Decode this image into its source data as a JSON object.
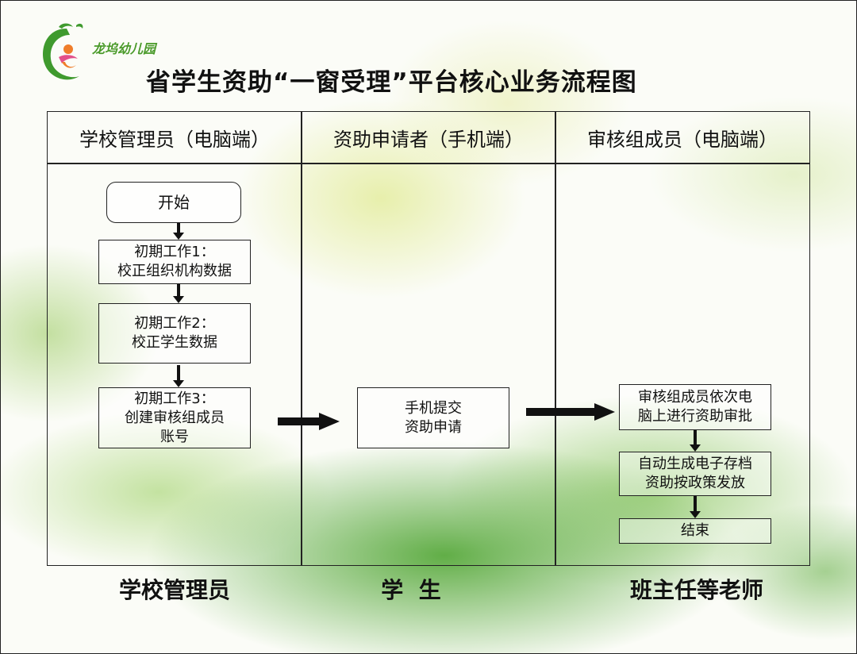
{
  "header": {
    "school_name": "龙坞幼儿园",
    "title": "省学生资助“一窗受理”平台核心业务流程图"
  },
  "lanes": [
    {
      "header": "学校管理员（电脑端）",
      "footer": "学校管理员"
    },
    {
      "header": "资助申请者（手机端）",
      "footer": "学  生"
    },
    {
      "header": "审核组成员（电脑端）",
      "footer": "班主任等老师"
    }
  ],
  "nodes": {
    "start": "开始",
    "init1": [
      "初期工作1：",
      "校正组织机构数据"
    ],
    "init2": [
      "初期工作2：",
      "校正学生数据"
    ],
    "init3": [
      "初期工作3：",
      "创建审核组成员",
      "账号"
    ],
    "submit": [
      "手机提交",
      "资助申请"
    ],
    "approve": [
      "审核组成员依次电",
      "脑上进行资助审批"
    ],
    "archive": [
      "自动生成电子存档",
      "资助按政策发放"
    ],
    "end": "结束"
  },
  "colors": {
    "logo_green": "#3f9a2e",
    "logo_orange": "#ef7d2a",
    "logo_pink": "#e2508a",
    "school_name": "#4a9a2a"
  },
  "icons": {
    "logo": "dragon-kindergarten-logo"
  }
}
